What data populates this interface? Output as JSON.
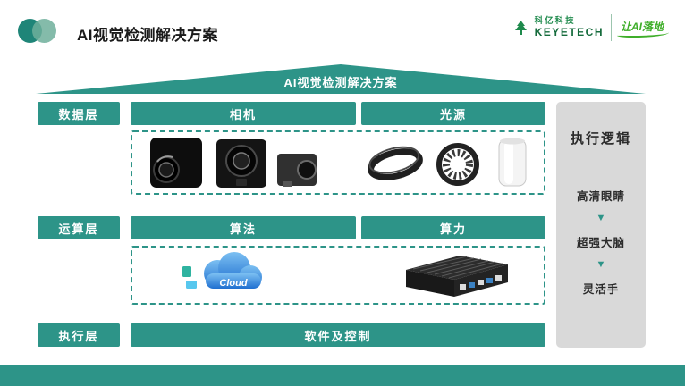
{
  "header": {
    "title": "AI视觉检测解决方案",
    "brand": {
      "company_cn": "科亿科技",
      "company_en": "KEYETECH",
      "slogan": "让AI落地"
    }
  },
  "roof": {
    "title": "AI视觉检测解决方案"
  },
  "rows": [
    {
      "layer_label": "数据层",
      "headers": [
        "相机",
        "光源"
      ]
    },
    {
      "layer_label": "运算层",
      "headers": [
        "算法",
        "算力"
      ]
    },
    {
      "layer_label": "执行层",
      "headers": [
        "软件及控制"
      ]
    }
  ],
  "cloud": {
    "label": "Cloud"
  },
  "right_panel": {
    "title": "执行逻辑",
    "items": [
      "高清眼睛",
      "超强大脑",
      "灵活手"
    ],
    "arrow": "▼"
  },
  "colors": {
    "teal_accent": "#2D9488",
    "panel_gray": "#D9D9D9",
    "brand_green": "#1E8A4C",
    "cloud_blue": "#1F6FD0"
  }
}
